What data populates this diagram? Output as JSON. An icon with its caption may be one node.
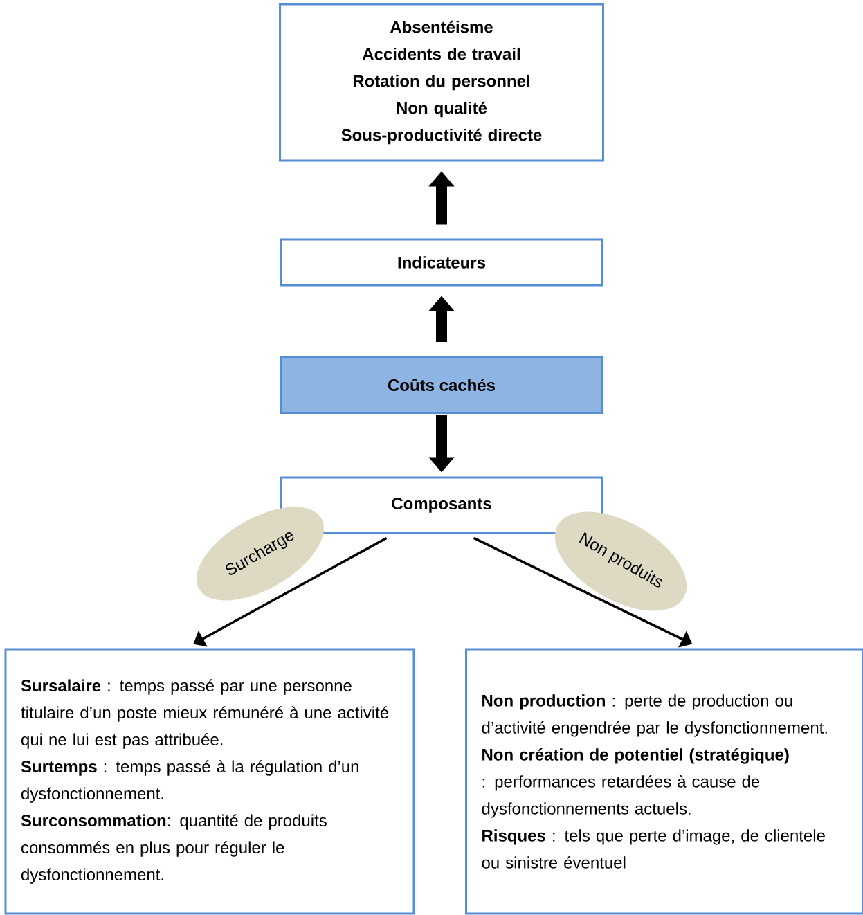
{
  "diagram": {
    "nodes": [
      {
        "text": [
          "Absentéisme",
          "Accidents de travail",
          "Rotation du personnel",
          "Non qualité",
          "Sous-productivité directe"
        ]
      },
      {
        "text": [
          "Indicateurs"
        ]
      },
      {
        "text": [
          "Coûts cachés"
        ]
      },
      {
        "text": [
          "Composants"
        ]
      },
      {
        "text": [
          "Surcharge"
        ]
      },
      {
        "text": [
          "Non produits"
        ]
      },
      {
        "text": [
          "**Sursalaire** : temps passé par une personne titulaire d’un poste mieux rémunéré à une activité qui ne lui est pas attribuée.",
          "**Surtemps** : temps passé à la régulation d’un dysfonctionnement.",
          "**Surconsommation**: quantité de produits consommés en plus pour réguler le dysfonctionnement."
        ]
      },
      {
        "text": [
          "**Non production** : perte de production ou d’activité engendrée par le dysfonctionnement.",
          "**Non création de potentiel (stratégique)** : performances retardées à cause de dysfonctionnements actuels.",
          "**Risques** : tels que perte d’image, de clientele ou sinistre éventuel"
        ]
      }
    ],
    "edges": [
      {
        "from": 1,
        "to": 0,
        "arrow": "to"
      },
      {
        "from": 2,
        "to": 1,
        "arrow": "to"
      },
      {
        "from": 2,
        "to": 3,
        "arrow": "to"
      },
      {
        "from": 3,
        "to": 6,
        "arrow": "to"
      },
      {
        "from": 3,
        "to": 7,
        "arrow": "to"
      }
    ]
  }
}
